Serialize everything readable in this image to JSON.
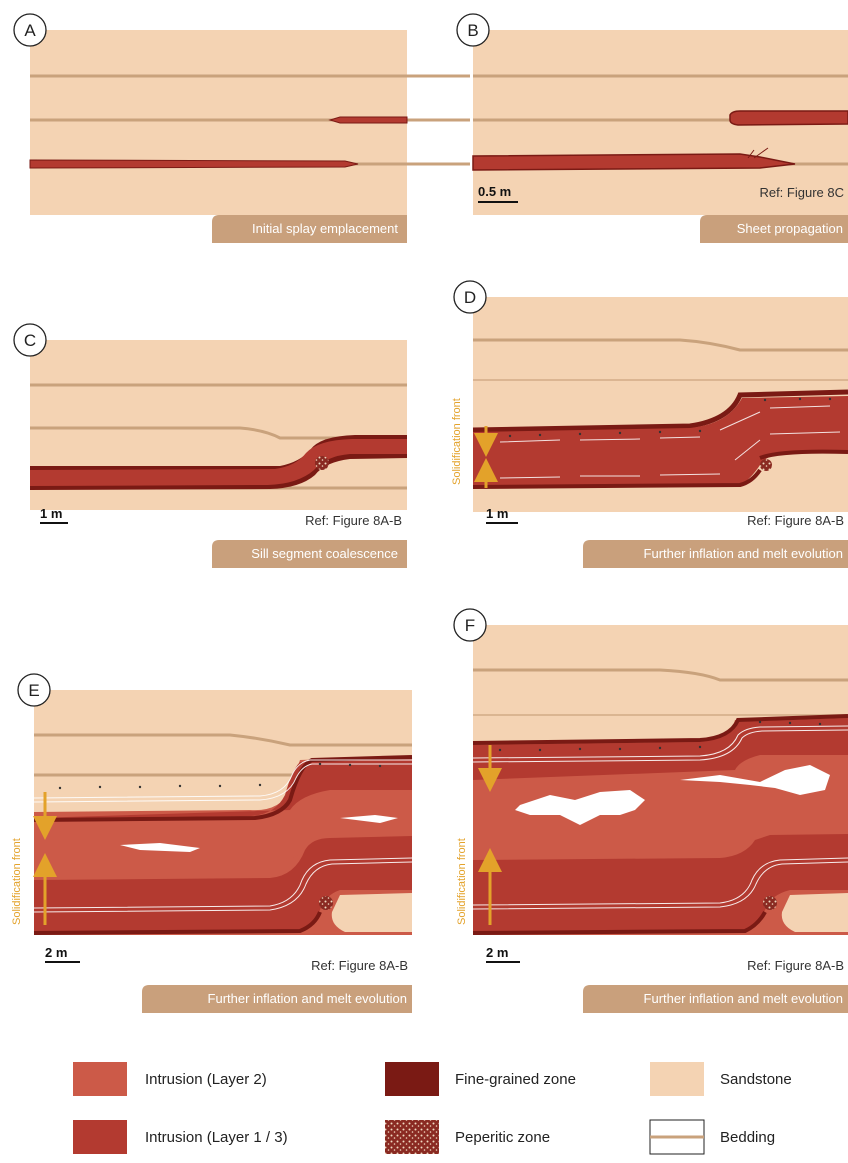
{
  "panels": [
    {
      "letter": "A",
      "caption": "Initial splay emplacement",
      "scale": "",
      "ref": ""
    },
    {
      "letter": "B",
      "caption": "Sheet propagation",
      "scale": "0.5 m",
      "ref": "Ref: Figure 8C"
    },
    {
      "letter": "C",
      "caption": "Sill segment coalescence",
      "scale": "1 m",
      "ref": "Ref: Figure 8A-B"
    },
    {
      "letter": "D",
      "caption": "Further inflation and melt evolution",
      "scale": "1 m",
      "ref": "Ref: Figure 8A-B"
    },
    {
      "letter": "E",
      "caption": "Further inflation and melt evolution",
      "scale": "2 m",
      "ref": "Ref: Figure 8A-B"
    },
    {
      "letter": "F",
      "caption": "Further inflation and melt evolution",
      "scale": "2 m",
      "ref": "Ref: Figure 8A-B"
    }
  ],
  "solidification_label": "Solidification front",
  "legend": [
    {
      "label": "Intrusion (Layer 2)",
      "swatch": "layer2"
    },
    {
      "label": "Fine-grained zone",
      "swatch": "fine"
    },
    {
      "label": "Sandstone",
      "swatch": "sandstone"
    },
    {
      "label": "Intrusion (Layer 1 / 3)",
      "swatch": "layer13"
    },
    {
      "label": "Peperitic zone",
      "swatch": "peperitic"
    },
    {
      "label": "Bedding",
      "swatch": "bedding"
    }
  ],
  "colors": {
    "sandstone": "#f4d3b3",
    "bedding": "#c9a27c",
    "layer2": "#cc5a48",
    "layer13": "#b33a30",
    "fine": "#7a1a14",
    "caption_bg": "#c9a07c",
    "arrow": "#e3a22a"
  }
}
